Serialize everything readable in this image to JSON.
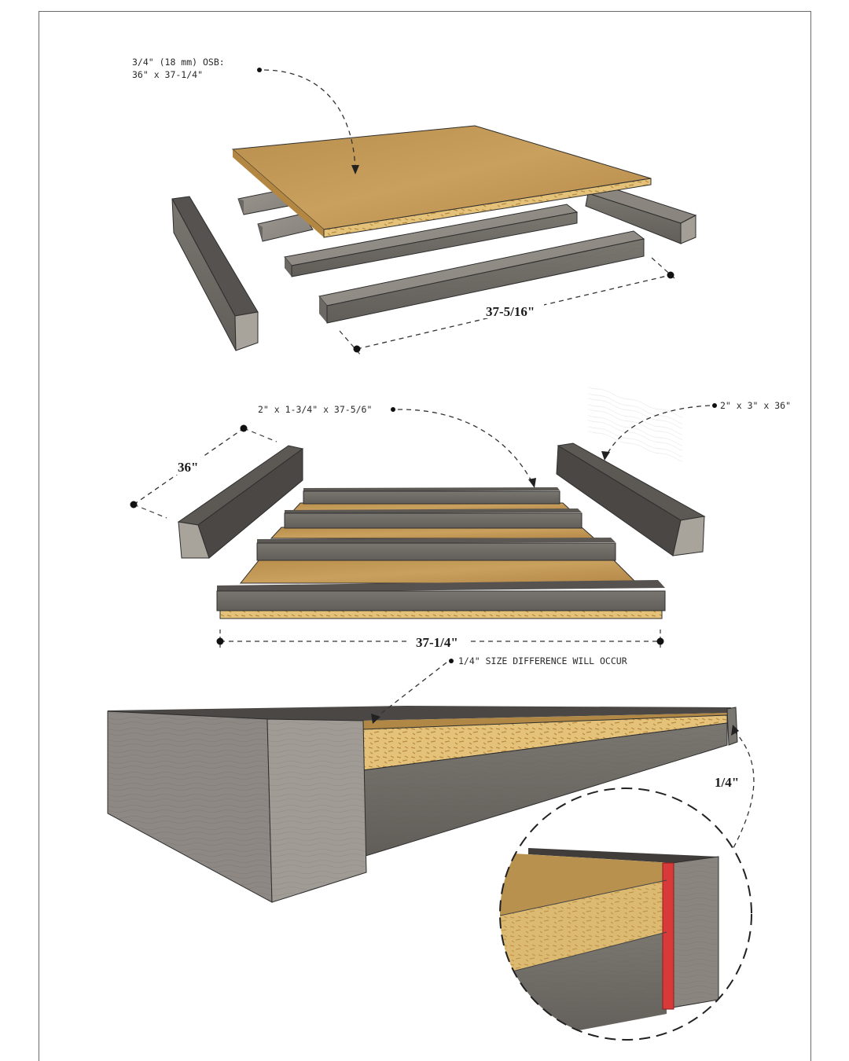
{
  "annotations": {
    "osb_label_line1": "3/4\" (18 mm) OSB:",
    "osb_label_line2": "36\" x 37-1/4\"",
    "inner_joist_label": "2\" x 1-3/4\" x 37-5/6\"",
    "rim_label": "2\" x 3\" x 36\"",
    "size_difference_note": "1/4\" SIZE DIFFERENCE WILL OCCUR"
  },
  "dimensions": {
    "joist_length": "37-5/16\"",
    "rim_length": "36\"",
    "panel_width": "37-1/4\"",
    "offset": "1/4\""
  },
  "colors": {
    "wood_top": "#8f8a84",
    "wood_side": "#6c6863",
    "wood_end": "#a39e96",
    "wood_dark": "#4e4b48",
    "osb_top": "#c49a55",
    "osb_edge": "#e6c878",
    "highlight_gap": "#d83a3a"
  }
}
